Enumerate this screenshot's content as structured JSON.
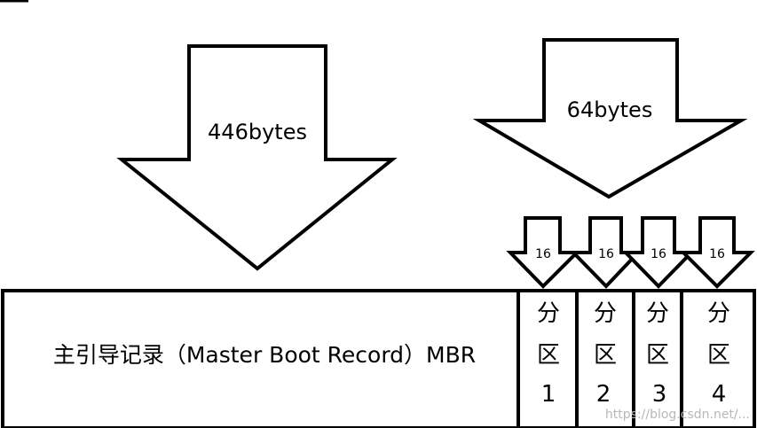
{
  "arrows": {
    "mbr_bytes_label": "446bytes",
    "partition_table_bytes_label": "64bytes",
    "partition_entry_labels": [
      "16",
      "16",
      "16",
      "16"
    ]
  },
  "mbr": {
    "label": "主引导记录（Master Boot Record）MBR"
  },
  "partitions": [
    {
      "line1": "分",
      "line2": "区",
      "line3": "1"
    },
    {
      "line1": "分",
      "line2": "区",
      "line3": "2"
    },
    {
      "line1": "分",
      "line2": "区",
      "line3": "3"
    },
    {
      "line1": "分",
      "line2": "区",
      "line3": "4"
    }
  ],
  "watermark": "https://blog.csdn.net/..."
}
